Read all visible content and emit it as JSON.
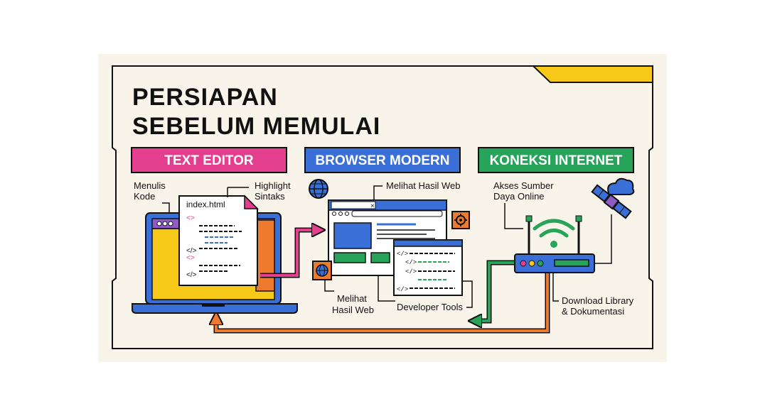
{
  "title": {
    "line1": "PERSIAPAN",
    "line2": "SEBELUM MEMULAI"
  },
  "colors": {
    "background": "#f8f4ea",
    "pink": "#e43f8f",
    "blue": "#3a6fd8",
    "green": "#27a35a",
    "orange": "#ee7a2e",
    "yellow": "#f6c817",
    "purple": "#8e5cc4",
    "outline": "#111111"
  },
  "sections": {
    "text_editor": {
      "header": "TEXT EDITOR",
      "label_write": [
        "Menulis",
        "Kode"
      ],
      "label_highlight": [
        "Highlight",
        "Sintaks"
      ],
      "file_name": "index.html",
      "code_tags": [
        "<>",
        "</>",
        "<>",
        "</>"
      ]
    },
    "browser": {
      "header": "BROWSER MODERN",
      "label_top": "Melihat Hasil Web",
      "label_bottom": [
        "Melihat",
        "Hasil Web"
      ],
      "label_devtools": "Developer Tools",
      "devtools_tags": [
        "</>",
        "</>",
        "</>",
        "</>"
      ],
      "tab_close": "×"
    },
    "internet": {
      "header": "KONEKSI INTERNET",
      "label_access": [
        "Akses Sumber",
        "Daya Online"
      ],
      "label_download": [
        "Download Library",
        "& Dokumentasi"
      ]
    }
  },
  "icons": [
    "globe-icon",
    "gear-icon",
    "wifi-icon",
    "router-icon",
    "satellite-icon",
    "cloud-icon",
    "laptop-icon",
    "document-icon"
  ]
}
